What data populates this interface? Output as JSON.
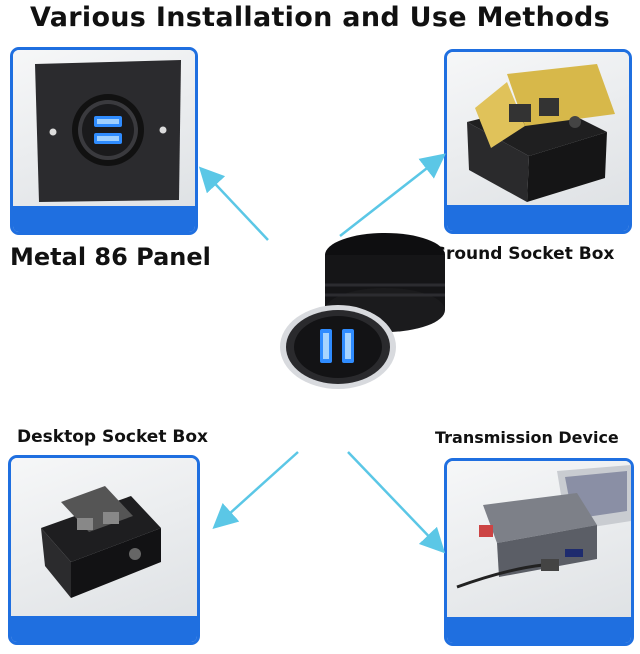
{
  "title": "Various Installation and Use Methods",
  "methods": [
    {
      "label": "Metal 86 Panel"
    },
    {
      "label": "Ground Socket Box"
    },
    {
      "label": "Desktop Socket Box"
    },
    {
      "label": "Transmission Device"
    }
  ],
  "colors": {
    "frame": "#1f6fe0",
    "arrow": "#5bc7e6",
    "usb": "#2f8cff",
    "metal": "#1b1b1d"
  },
  "icons": [
    "arrow-icon",
    "usb-port-icon"
  ]
}
